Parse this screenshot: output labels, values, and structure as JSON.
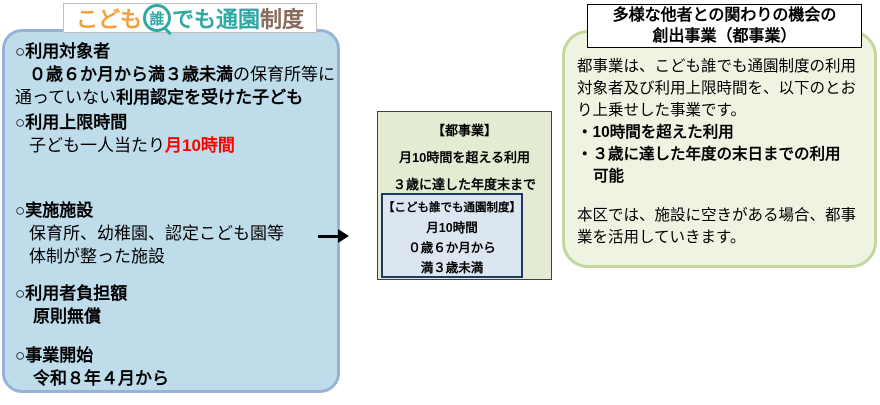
{
  "logo": {
    "part_kodomo": "こども",
    "part_dare": "誰",
    "part_demo_tsuen": "でも通園",
    "part_seido": "制度"
  },
  "left_box": {
    "s1_title": "○利用対象者",
    "s1_line2_bold": "０歳６か月から満３歳未満",
    "s1_line2_rest": "の保育所等に",
    "s1_line3_pre": "通っていない",
    "s1_line3_bold": "利用認定を受けた子ども",
    "s2_title": "○利用上限時間",
    "s2_line_pre": "子ども一人当たり",
    "s2_line_red": "月10時間",
    "s3_title": "○実施施設",
    "s3_line1": "保育所、幼稚園、認定こども園等",
    "s3_line2": "体制が整った施設",
    "s4_title": "○利用者負担額",
    "s4_line1": "原則無償",
    "s5_title": "○事業開始",
    "s5_line1": "令和８年４月から"
  },
  "middle": {
    "tokyo_box": {
      "title": "【都事業】",
      "line1": "月10時間を超える利用",
      "line2": "３歳に達した年度末まで"
    },
    "kodomo_box": {
      "title": "【こども誰でも通園制度】",
      "line1": "月10時間",
      "line2": "０歳６か月から",
      "line3": "満３歳未満"
    }
  },
  "right_box": {
    "title_line1": "多様な他者との関わりの機会の",
    "title_line2": "創出事業（都事業）",
    "para1_line1": "都事業は、こども誰でも通園制度の利用",
    "para1_line2": "対象者及び利用上限時間を、以下のとお",
    "para1_line3": "り上乗せした事業です。",
    "bullet1": "・10時間を超えた利用",
    "bullet2_line1": "・３歳に達した年度の末日までの利用",
    "bullet2_line2": "可能",
    "para2_line1": "本区では、施設に空きがある場合、都事",
    "para2_line2": "業を活用していきます。"
  },
  "colors": {
    "text": "#000000",
    "red": "#FF0000",
    "left_fill": "#BFDCEA",
    "left_border": "#95B3D7",
    "logo_orange": "#F2A13A",
    "logo_teal": "#2EA8A2",
    "logo_brown": "#876A5A",
    "logo_border": "#BFBFBF",
    "mid_green_fill": "#E3ECD3",
    "mid_green_border": "#404040",
    "mid_blue_fill": "#DCE6F1",
    "mid_blue_border": "#1F3864",
    "right_fill": "#EFF3E2",
    "right_border": "#C3D69B",
    "title_border": "#000000",
    "arrow": "#000000"
  }
}
